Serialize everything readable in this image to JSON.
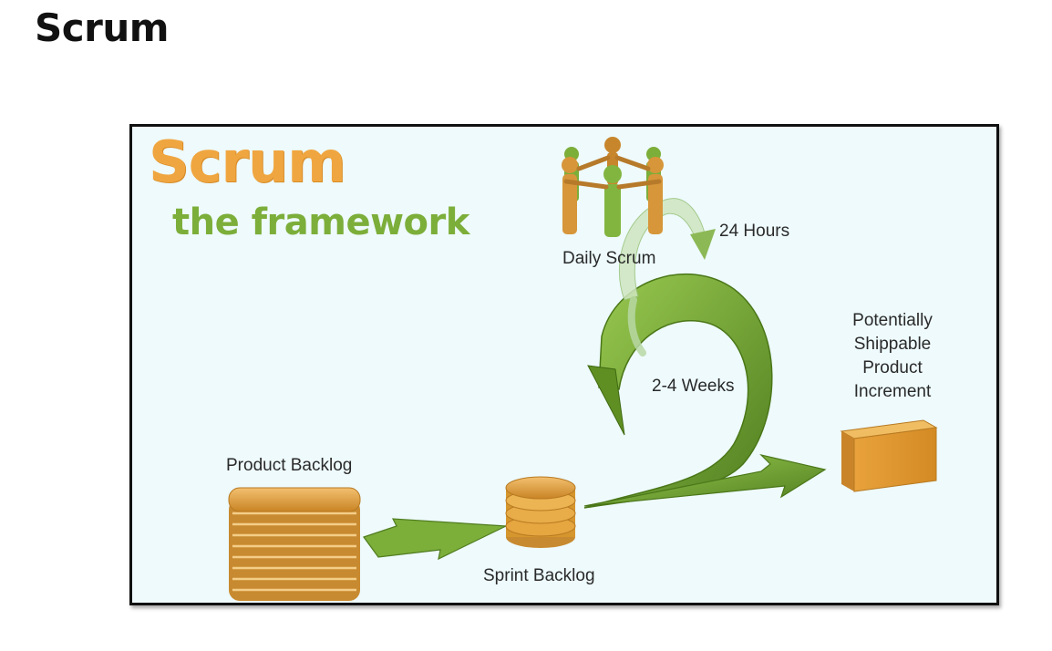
{
  "slide": {
    "title": "Scrum"
  },
  "logo": {
    "line1": "Scrum",
    "line2": "the framework"
  },
  "labels": {
    "daily_scrum": "Daily Scrum",
    "hours": "24 Hours",
    "weeks": "2-4 Weeks",
    "product_backlog": "Product Backlog",
    "sprint_backlog": "Sprint Backlog",
    "psi": [
      "Potentially",
      "Shippable",
      "Product",
      "Increment"
    ]
  },
  "colors": {
    "frame_bg": "#eefafc",
    "orange": "#f0a640",
    "green": "#7cae3a",
    "dark_green": "#4f7d1f",
    "item_orange": "#d99a3c"
  },
  "icons": [
    "people-circle-icon",
    "product-backlog-stack-icon",
    "sprint-backlog-stack-icon",
    "increment-box-icon"
  ]
}
